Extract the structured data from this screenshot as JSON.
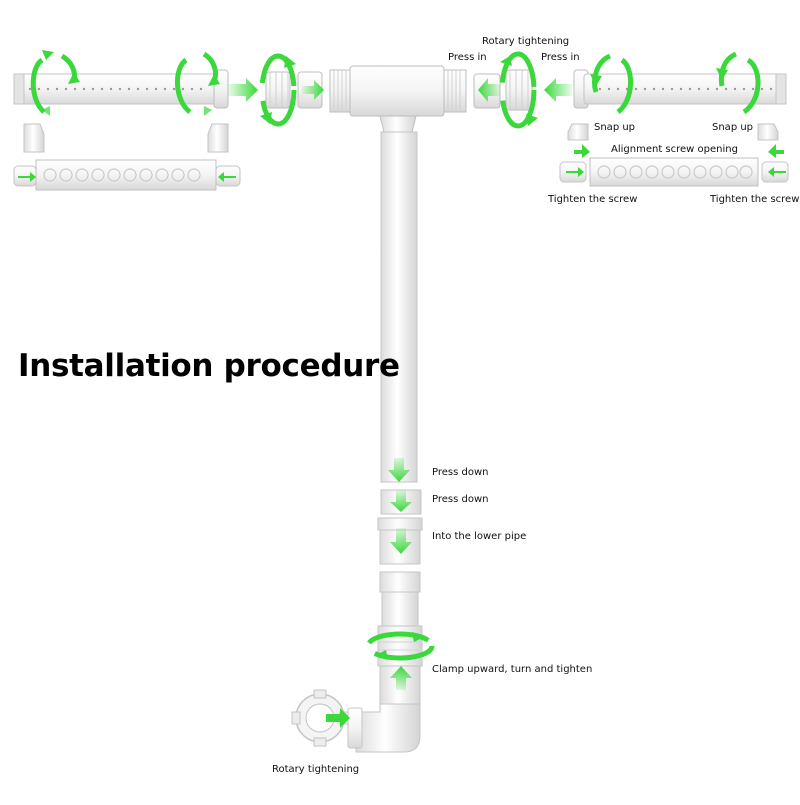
{
  "title": "Installation procedure",
  "labels": {
    "rotary_top": "Rotary tightening",
    "press_in_left": "Press in",
    "press_in_right": "Press in",
    "snap_up_left": "Snap up",
    "snap_up_right": "Snap up",
    "alignment": "Alignment screw opening",
    "tighten_left": "Tighten the screw",
    "tighten_right": "Tighten the screw",
    "press_down_1": "Press down",
    "press_down_2": "Press down",
    "into_lower": "Into the lower pipe",
    "clamp": "Clamp upward, turn and tighten",
    "rotary_bottom": "Rotary tightening"
  },
  "colors": {
    "arrow_green": "#3ad83a",
    "pipe": "#f2f2f2",
    "pipe_edge": "#c9c9c9"
  }
}
